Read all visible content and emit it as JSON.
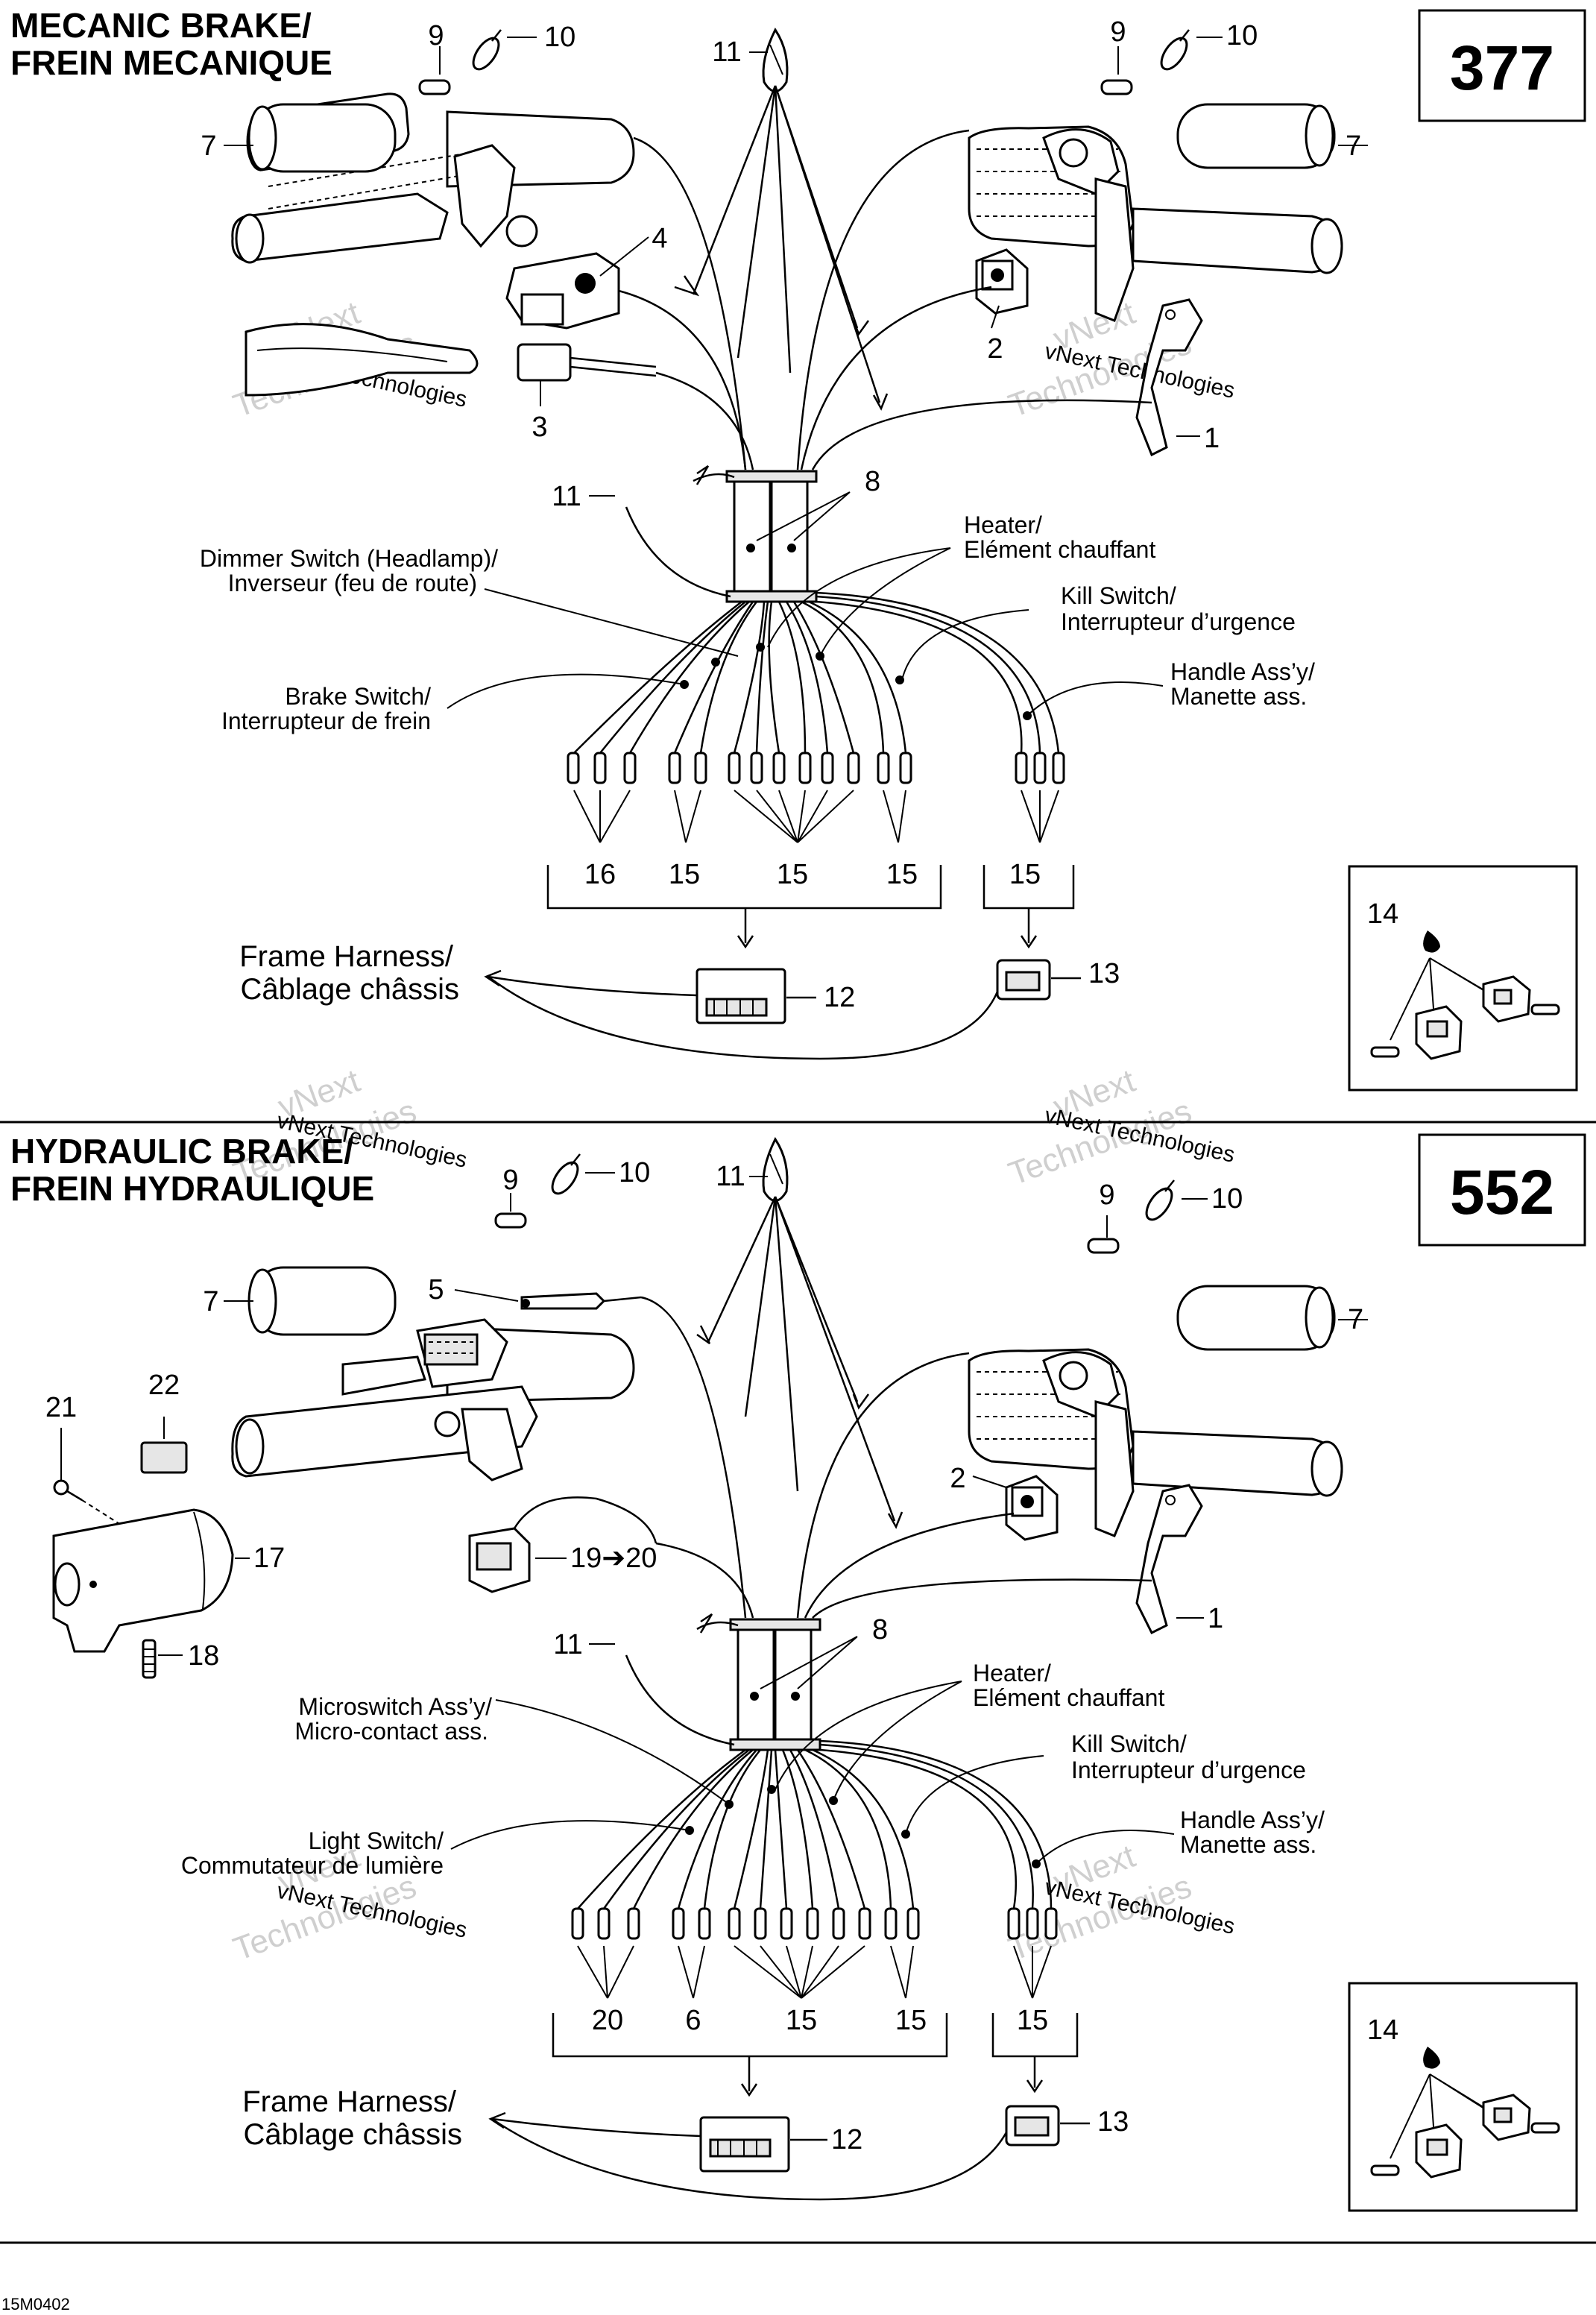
{
  "sections": [
    {
      "title_line1": "MECANIC BRAKE/",
      "title_line2": "FREIN MECANIQUE",
      "badge": "377",
      "callouts": {
        "c9a": "9",
        "c10a": "10",
        "c11a": "11",
        "c9b": "9",
        "c10b": "10",
        "c7a": "7",
        "c7b": "7",
        "c4": "4",
        "c2": "2",
        "c3": "3",
        "c1": "1",
        "c11b": "11",
        "c8": "8",
        "c16": "16",
        "c15a": "15",
        "c15b": "15",
        "c15c": "15",
        "c15d": "15",
        "c12": "12",
        "c13": "13",
        "c14": "14"
      },
      "labels": {
        "dimmer1": "Dimmer Switch (Headlamp)/",
        "dimmer2": "Inverseur (feu de route)",
        "heater1": "Heater/",
        "heater2": "Elément chauffant",
        "kill1": "Kill Switch/",
        "kill2": "Interrupteur d’urgence",
        "brake1": "Brake Switch/",
        "brake2": "Interrupteur de frein",
        "handle1": "Handle Ass’y/",
        "handle2": "Manette ass.",
        "frame1": "Frame Harness/",
        "frame2": "Câblage châssis"
      }
    },
    {
      "title_line1": "HYDRAULIC BRAKE/",
      "title_line2": "FREIN HYDRAULIQUE",
      "badge": "552",
      "callouts": {
        "c9a": "9",
        "c10a": "10",
        "c11a": "11",
        "c9b": "9",
        "c10b": "10",
        "c7a": "7",
        "c7b": "7",
        "c5": "5",
        "c22": "22",
        "c21": "21",
        "c2": "2",
        "c17": "17",
        "c19": "19➔20",
        "c18": "18",
        "c1": "1",
        "c11b": "11",
        "c8": "8",
        "c20": "20",
        "c6": "6",
        "c15b": "15",
        "c15c": "15",
        "c15d": "15",
        "c12": "12",
        "c13": "13",
        "c14": "14"
      },
      "labels": {
        "micro1": "Microswitch Ass’y/",
        "micro2": "Micro-contact ass.",
        "heater1": "Heater/",
        "heater2": "Elément chauffant",
        "kill1": "Kill Switch/",
        "kill2": "Interrupteur d’urgence",
        "light1": "Light Switch/",
        "light2": "Commutateur de lumière",
        "handle1": "Handle Ass’y/",
        "handle2": "Manette ass.",
        "frame1": "Frame Harness/",
        "frame2": "Câblage châssis"
      }
    }
  ],
  "watermark": {
    "brand": "vNext Technologies",
    "word1": "vNext",
    "word2": "Technologies"
  },
  "footer_code": "15M0402"
}
